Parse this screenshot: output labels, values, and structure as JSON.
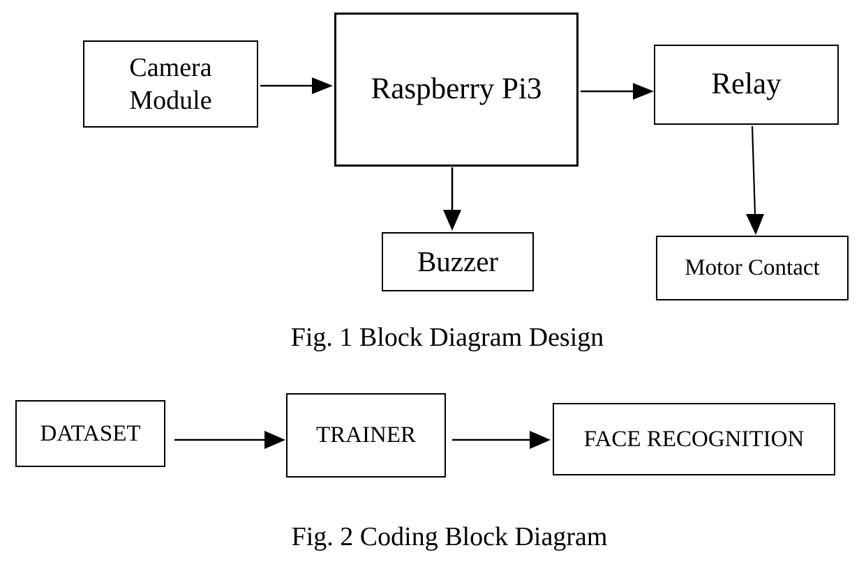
{
  "figure1": {
    "caption": "Fig. 1 Block Diagram Design",
    "nodes": {
      "camera_module": "Camera Module",
      "raspberry_pi": "Raspberry Pi3",
      "relay": "Relay",
      "buzzer": "Buzzer",
      "motor_contact": "Motor Contact"
    },
    "edges": [
      {
        "from": "Camera Module",
        "to": "Raspberry Pi3"
      },
      {
        "from": "Raspberry Pi3",
        "to": "Relay"
      },
      {
        "from": "Raspberry Pi3",
        "to": "Buzzer"
      },
      {
        "from": "Relay",
        "to": "Motor Contact"
      }
    ]
  },
  "figure2": {
    "caption": "Fig. 2 Coding Block Diagram",
    "nodes": {
      "dataset": "DATASET",
      "trainer": "TRAINER",
      "face_recognition": "FACE RECOGNITION"
    },
    "edges": [
      {
        "from": "DATASET",
        "to": "TRAINER"
      },
      {
        "from": "TRAINER",
        "to": "FACE RECOGNITION"
      }
    ]
  },
  "colors": {
    "background": "#ffffff",
    "line": "#000000",
    "text": "#000000"
  }
}
